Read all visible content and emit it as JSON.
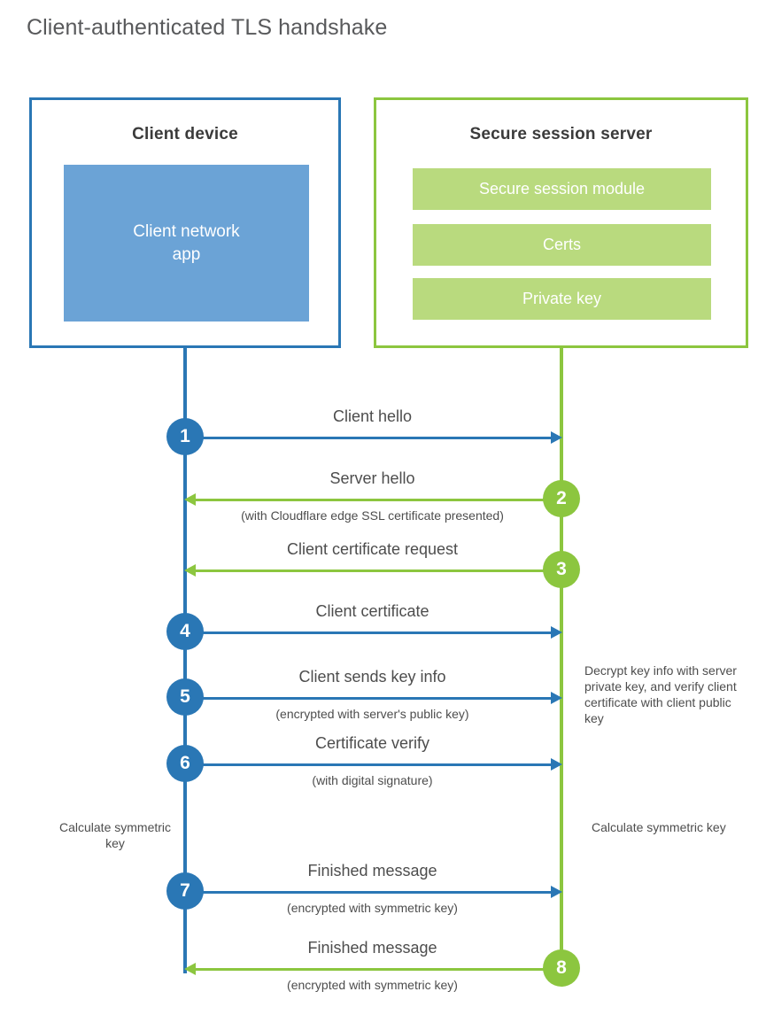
{
  "title": "Client-authenticated TLS handshake",
  "colors": {
    "blue": "#2a77b5",
    "blue_light": "#6ba3d6",
    "green": "#8cc63f",
    "green_light": "#b9da7e",
    "text": "#4d4d4d",
    "title_text": "#58595b"
  },
  "client": {
    "title": "Client device",
    "app_label_line1": "Client network",
    "app_label_line2": "app"
  },
  "server": {
    "title": "Secure session server",
    "bars": [
      "Secure session module",
      "Certs",
      "Private key"
    ]
  },
  "notes": {
    "decrypt": "Decrypt key info with server private key, and verify client certificate with client public key",
    "calculate_client": "Calculate symmetric key",
    "calculate_server": "Calculate symmetric key"
  },
  "messages": [
    {
      "number": "1",
      "label": "Client hello",
      "sublabel": "",
      "direction": "right",
      "color": "blue"
    },
    {
      "number": "2",
      "label": "Server hello",
      "sublabel": "(with Cloudflare edge SSL certificate presented)",
      "direction": "left",
      "color": "green"
    },
    {
      "number": "3",
      "label": "Client certificate request",
      "sublabel": "",
      "direction": "left",
      "color": "green"
    },
    {
      "number": "4",
      "label": "Client certificate",
      "sublabel": "",
      "direction": "right",
      "color": "blue"
    },
    {
      "number": "5",
      "label": "Client sends key info",
      "sublabel": "(encrypted with server's public key)",
      "direction": "right",
      "color": "blue"
    },
    {
      "number": "6",
      "label": "Certificate verify",
      "sublabel": "(with digital signature)",
      "direction": "right",
      "color": "blue"
    },
    {
      "number": "7",
      "label": "Finished message",
      "sublabel": "(encrypted with symmetric key)",
      "direction": "right",
      "color": "blue"
    },
    {
      "number": "8",
      "label": "Finished message",
      "sublabel": "(encrypted with symmetric key)",
      "direction": "left",
      "color": "green"
    }
  ]
}
